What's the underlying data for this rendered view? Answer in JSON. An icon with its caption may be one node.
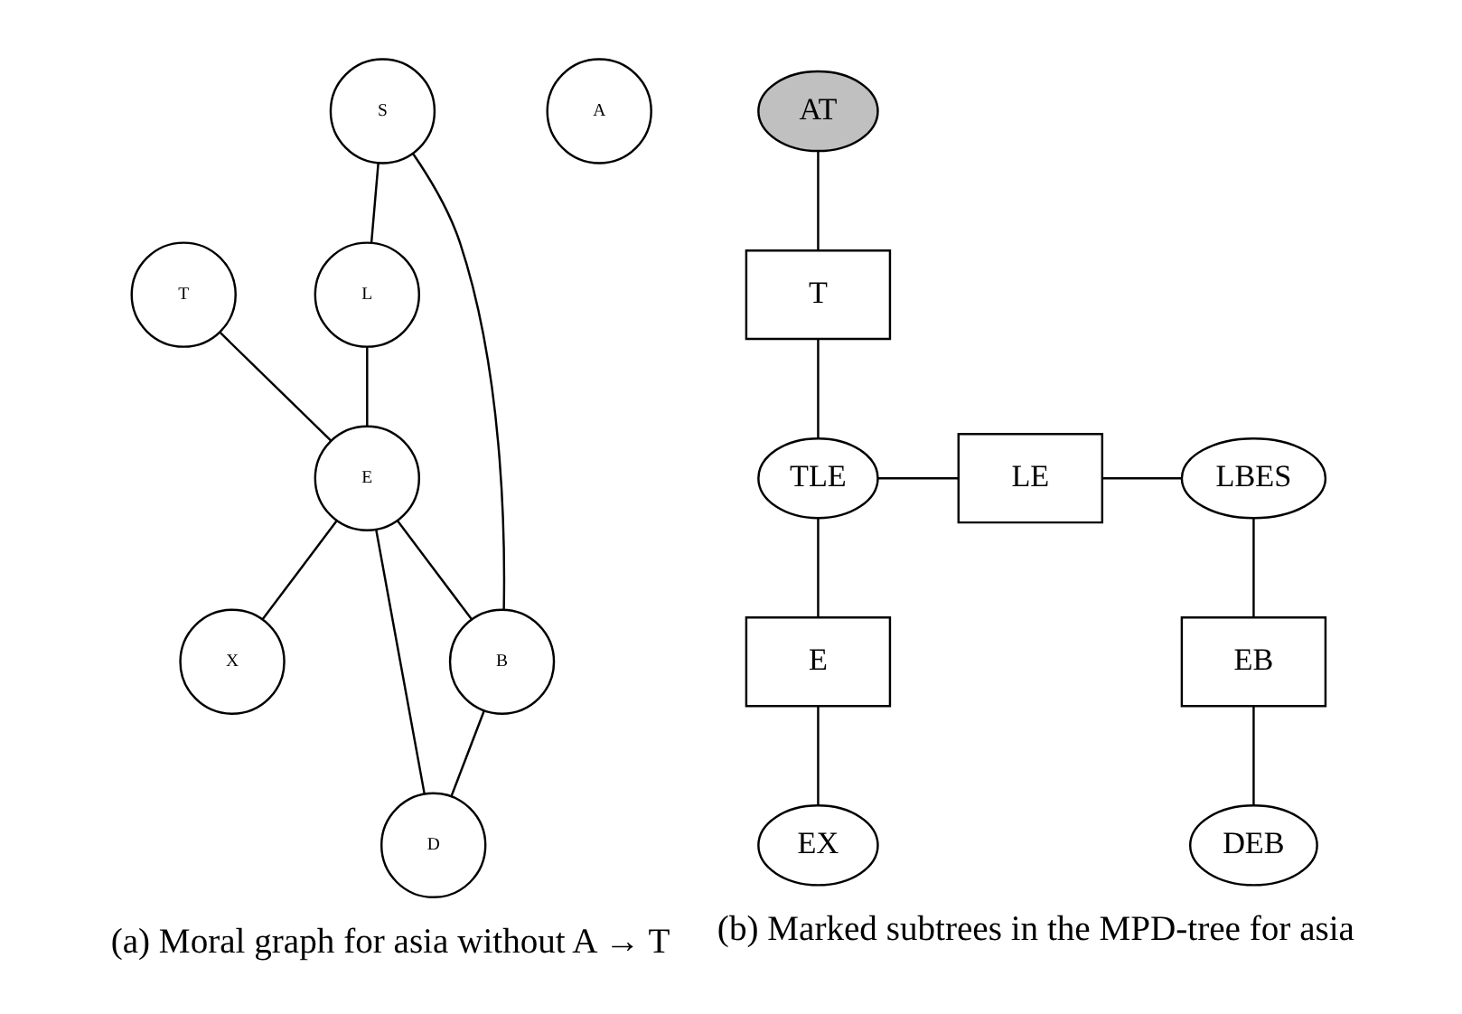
{
  "diagram": {
    "nodes": [
      {
        "text": [
          "A"
        ]
      },
      {
        "text": [
          "S"
        ]
      },
      {
        "text": [
          "T"
        ]
      },
      {
        "text": [
          "L"
        ]
      },
      {
        "text": [
          "B"
        ]
      },
      {
        "text": [
          "E"
        ]
      },
      {
        "text": [
          "X"
        ]
      },
      {
        "text": [
          "D"
        ]
      },
      {
        "text": [
          "AT"
        ]
      },
      {
        "text": [
          "T"
        ]
      },
      {
        "text": [
          "TLE"
        ]
      },
      {
        "text": [
          "LE"
        ]
      },
      {
        "text": [
          "LBES"
        ]
      },
      {
        "text": [
          "E"
        ]
      },
      {
        "text": [
          "EB"
        ]
      },
      {
        "text": [
          "EX"
        ]
      },
      {
        "text": [
          "DEB"
        ]
      }
    ],
    "edges": [
      {
        "from": 1,
        "to": 3,
        "arrow": "none"
      },
      {
        "from": 1,
        "to": 4,
        "arrow": "none"
      },
      {
        "from": 3,
        "to": 5,
        "arrow": "none"
      },
      {
        "from": 2,
        "to": 5,
        "arrow": "none"
      },
      {
        "from": 5,
        "to": 4,
        "arrow": "none"
      },
      {
        "from": 5,
        "to": 6,
        "arrow": "none"
      },
      {
        "from": 5,
        "to": 7,
        "arrow": "none"
      },
      {
        "from": 4,
        "to": 7,
        "arrow": "none"
      },
      {
        "from": 8,
        "to": 9,
        "arrow": "none"
      },
      {
        "from": 9,
        "to": 10,
        "arrow": "none"
      },
      {
        "from": 10,
        "to": 11,
        "arrow": "none"
      },
      {
        "from": 11,
        "to": 12,
        "arrow": "none"
      },
      {
        "from": 10,
        "to": 13,
        "arrow": "none"
      },
      {
        "from": 13,
        "to": 15,
        "arrow": "none"
      },
      {
        "from": 12,
        "to": 14,
        "arrow": "none"
      },
      {
        "from": 14,
        "to": 16,
        "arrow": "none"
      }
    ],
    "labels": [
      "(a) Moral graph for asia without A → T",
      "(b) Marked subtrees in the MPD-tree for asia"
    ]
  }
}
